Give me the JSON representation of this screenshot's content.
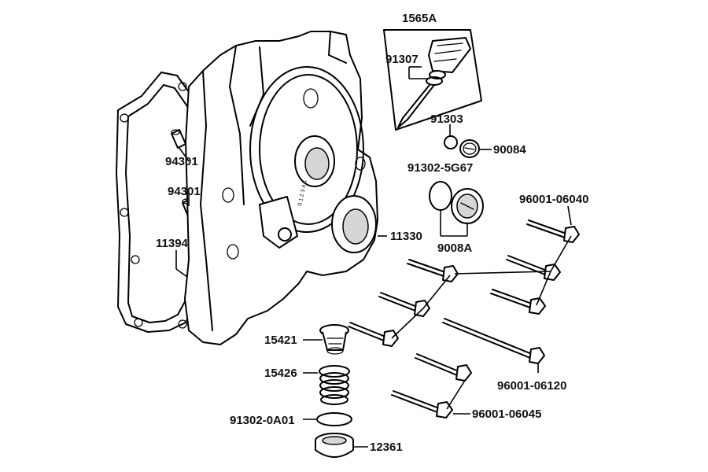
{
  "labels": {
    "p1565A": "1565A",
    "p91307": "91307",
    "p91303": "91303",
    "p90084": "90084",
    "p91302_5G67": "91302-5G67",
    "p9008A": "9008A",
    "p96001_06040": "96001-06040",
    "p94301a": "94301",
    "p94301b": "94301",
    "p11394": "11394",
    "p11330": "11330",
    "p15421": "15421",
    "p15426": "15426",
    "p91302_0A01": "91302-0A01",
    "p12361": "12361",
    "p96001_06120": "96001-06120",
    "p96001_06045": "96001-06045"
  },
  "cover_stamp": "0 1 2 3 4 5"
}
